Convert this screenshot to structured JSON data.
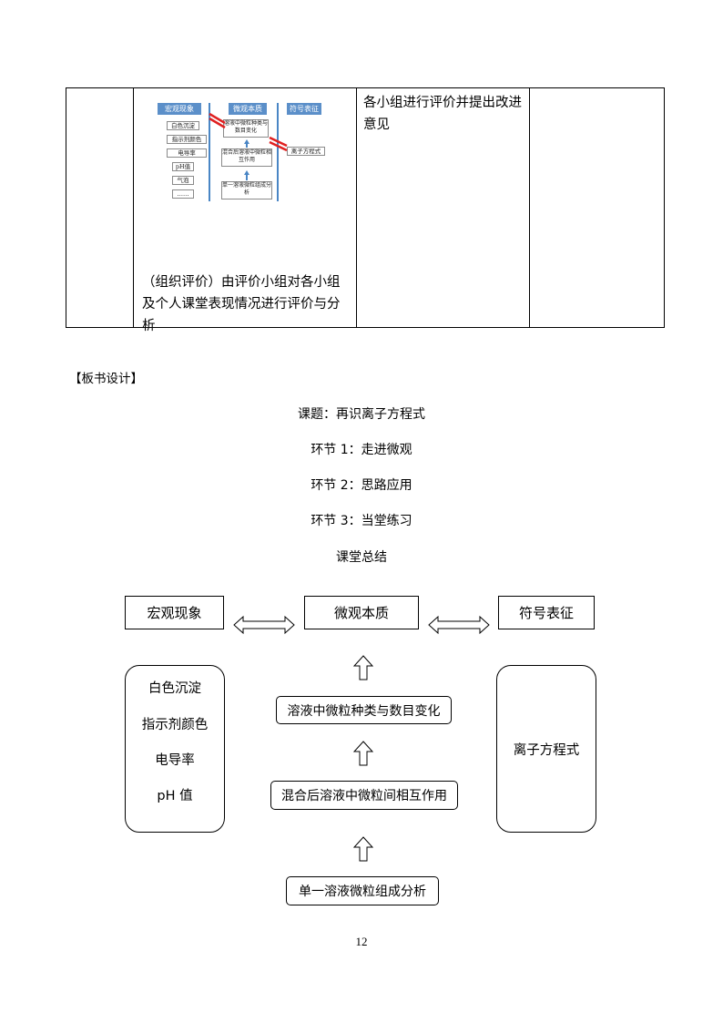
{
  "table": {
    "row": {
      "col2_caption": "（组织评价）由评价小组对各小组及个人课堂表现情况进行评价与分析",
      "col3_text": "各小组进行评价并提出改进意见",
      "col4_text": ""
    },
    "mini_figure": {
      "head_macro": "宏观现象",
      "head_micro": "微观本质",
      "head_symbol": "符号表征",
      "macro_items": [
        "白色沉淀",
        "指示剂颜色",
        "电导率",
        "pH值",
        "气泡",
        "……"
      ],
      "micro_top": "溶液中微粒种类与数目变化",
      "micro_mid": "混合后溶液中微粒相互作用",
      "micro_bottom": "单一溶液微粒组成分析",
      "symbol_item": "离子方程式"
    }
  },
  "board": {
    "section_title": "【板书设计】",
    "lines": [
      "课题：再识离子方程式",
      "环节 1：走进微观",
      "环节 2：思路应用",
      "环节 3：当堂练习",
      "课堂总结"
    ],
    "diagram": {
      "macro_title": "宏观现象",
      "micro_title": "微观本质",
      "symbol_title": "符号表征",
      "macro_items": [
        "白色沉淀",
        "指示剂颜色",
        "电导率",
        "pH 值"
      ],
      "micro_top": "溶液中微粒种类与数目变化",
      "micro_mid": "混合后溶液中微粒间相互作用",
      "micro_bottom": "单一溶液微粒组成分析",
      "symbol_item": "离子方程式"
    }
  },
  "page_number": "12"
}
